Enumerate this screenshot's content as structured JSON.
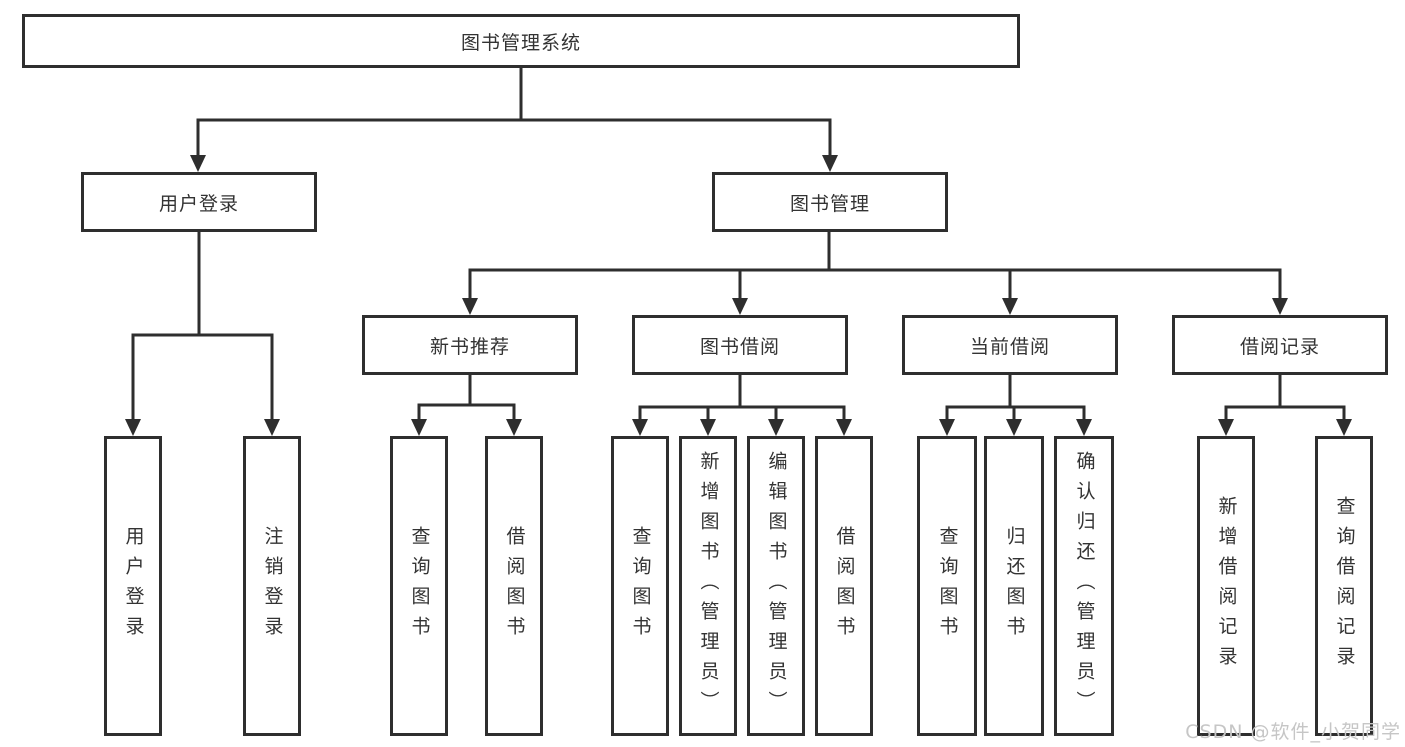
{
  "root": {
    "label": "图书管理系统"
  },
  "level2": {
    "user_login": {
      "label": "用户登录"
    },
    "book_mgmt": {
      "label": "图书管理"
    }
  },
  "level3": {
    "new_books": {
      "label": "新书推荐"
    },
    "book_borrow": {
      "label": "图书借阅"
    },
    "current_borrow": {
      "label": "当前借阅"
    },
    "borrow_records": {
      "label": "借阅记录"
    }
  },
  "leaves": {
    "user_login": {
      "label": "用户登录"
    },
    "logout": {
      "label": "注销登录"
    },
    "nb_query": {
      "label": "查询图书"
    },
    "nb_borrow": {
      "label": "借阅图书"
    },
    "bb_query": {
      "label": "查询图书"
    },
    "bb_add": {
      "label": "新增图书（管理员）"
    },
    "bb_edit": {
      "label": "编辑图书（管理员）"
    },
    "bb_borrow": {
      "label": "借阅图书"
    },
    "cb_query": {
      "label": "查询图书"
    },
    "cb_return": {
      "label": "归还图书"
    },
    "cb_confirm": {
      "label": "确认归还（管理员）"
    },
    "br_add": {
      "label": "新增借阅记录"
    },
    "br_query": {
      "label": "查询借阅记录"
    }
  },
  "watermark": {
    "text": "CSDN @软件_小贺同学"
  },
  "colors": {
    "line": "#2e2e2e",
    "text": "#333333",
    "watermark": "#c6c6c6",
    "background": "#ffffff"
  }
}
